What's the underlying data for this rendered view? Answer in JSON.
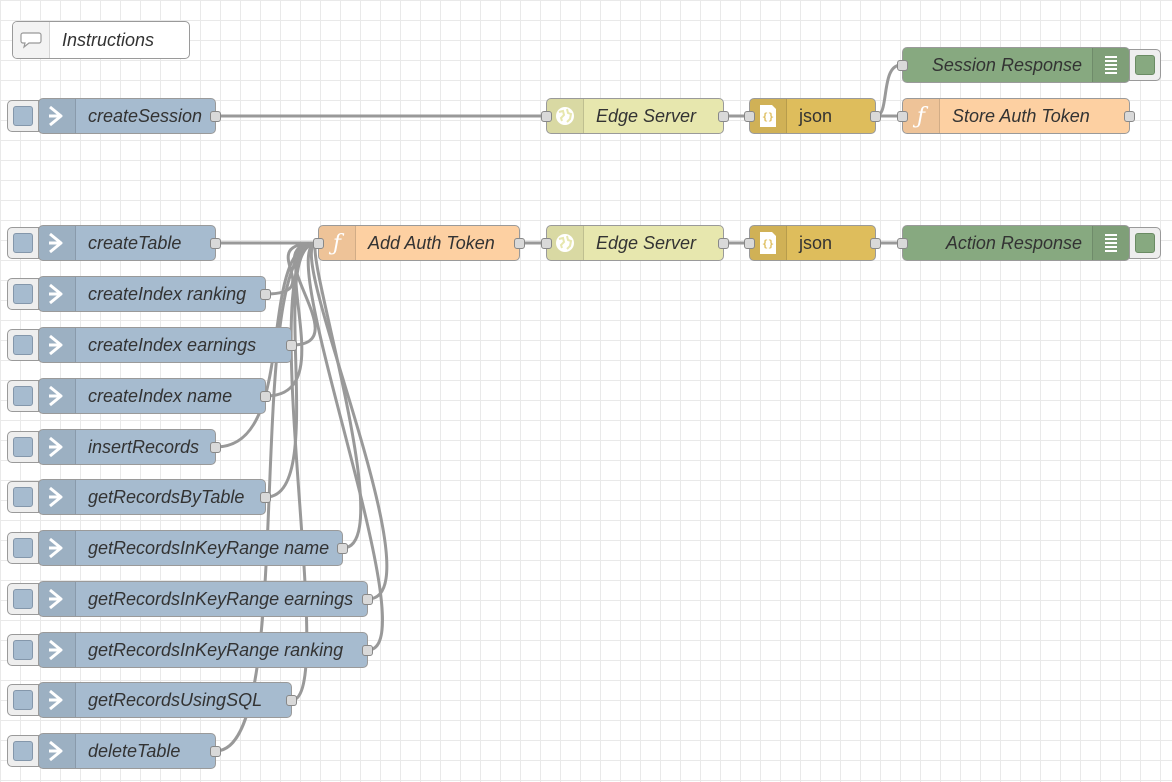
{
  "colors": {
    "inject": "#a6bbcf",
    "function": "#fdd0a2",
    "http": "#e7e7ae",
    "json": "#debd5c",
    "debug": "#87a980",
    "wire": "#999999",
    "comment": "#ffffff"
  },
  "comment": {
    "label": "Instructions",
    "icon": "speech-bubble-icon"
  },
  "session_flow": {
    "inject": {
      "label": "createSession",
      "icon": "inject-arrow-icon"
    },
    "http": {
      "label": "Edge Server",
      "icon": "globe-icon"
    },
    "json": {
      "label": "json",
      "icon": "braces-icon"
    },
    "function": {
      "label": "Store Auth Token",
      "icon": "function-icon"
    },
    "debug": {
      "label": "Session Response",
      "icon": "list-icon"
    }
  },
  "action_flow": {
    "function": {
      "label": "Add Auth Token",
      "icon": "function-icon"
    },
    "http": {
      "label": "Edge Server",
      "icon": "globe-icon"
    },
    "json": {
      "label": "json",
      "icon": "braces-icon"
    },
    "debug": {
      "label": "Action Response",
      "icon": "list-icon"
    }
  },
  "injects": [
    {
      "label": "createTable"
    },
    {
      "label": "createIndex ranking"
    },
    {
      "label": "createIndex earnings"
    },
    {
      "label": "createIndex name"
    },
    {
      "label": "insertRecords"
    },
    {
      "label": "getRecordsByTable"
    },
    {
      "label": "getRecordsInKeyRange name"
    },
    {
      "label": "getRecordsInKeyRange earnings"
    },
    {
      "label": "getRecordsInKeyRange ranking"
    },
    {
      "label": "getRecordsUsingSQL"
    },
    {
      "label": "deleteTable"
    }
  ]
}
